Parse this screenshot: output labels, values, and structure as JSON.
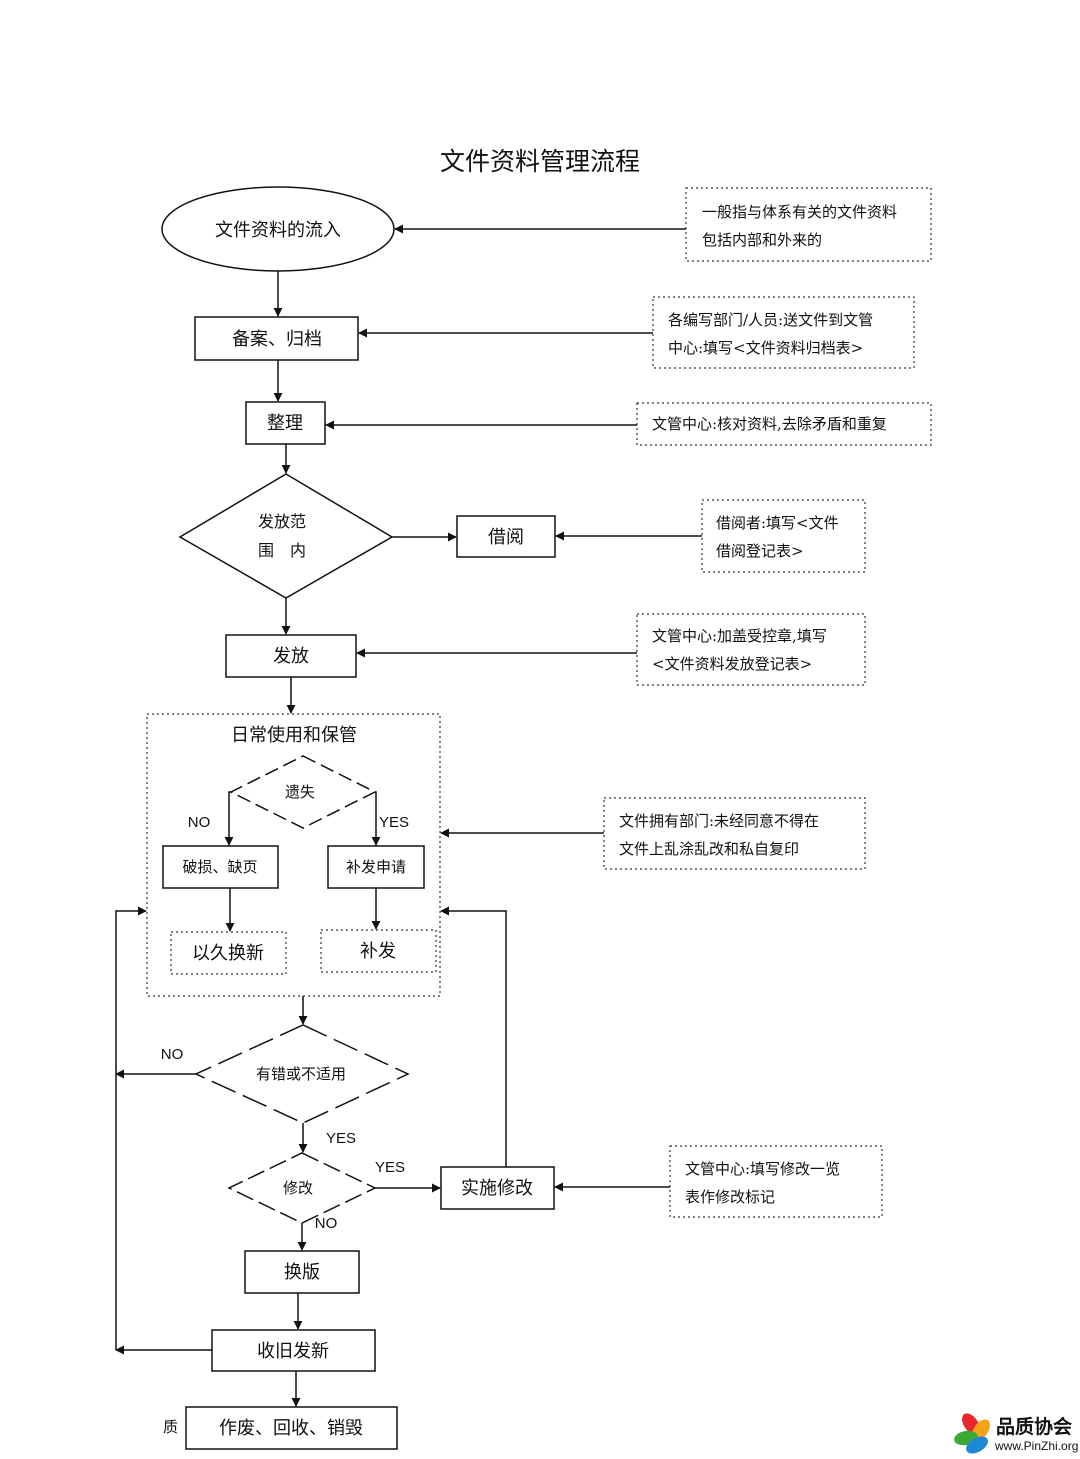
{
  "title": "文件资料管理流程",
  "nodes": {
    "inflow": "文件资料的流入",
    "file_archive": "备案、归档",
    "organize": "整理",
    "scope_l1": "发放范",
    "scope_l2": "围　内",
    "borrow": "借阅",
    "issue": "发放",
    "daily_use": "日常使用和保管",
    "lost": "遗失",
    "damaged": "破损、缺页",
    "reissue_apply": "补发申请",
    "replace_new": "以久换新",
    "reissue": "补发",
    "error_check": "有错或不适用",
    "modify": "修改",
    "implement_modify": "实施修改",
    "new_edition": "换版",
    "recall_issue": "收旧发新",
    "void": "作废、回收、销毁",
    "bottom_partial": "质"
  },
  "branch_labels": {
    "lost_no": "NO",
    "lost_yes": "YES",
    "error_no": "NO",
    "error_yes": "YES",
    "modify_yes": "YES",
    "modify_no": "NO"
  },
  "notes": {
    "inflow_l1": "一般指与体系有关的文件资料",
    "inflow_l2": "包括内部和外来的",
    "archive_l1": "各编写部门/人员:送文件到文管",
    "archive_l2": "中心:填写<文件资料归档表>",
    "organize": "文管中心:核对资料,去除矛盾和重复",
    "borrow_l1": "借阅者:填写<文件",
    "borrow_l2": "借阅登记表>",
    "issue_l1": "文管中心:加盖受控章,填写",
    "issue_l2": "<文件资料发放登记表>",
    "use_l1": "文件拥有部门:未经同意不得在",
    "use_l2": "文件上乱涂乱改和私自复印",
    "modify_l1": "文管中心:填写修改一览",
    "modify_l2": "表作修改标记"
  },
  "logo": {
    "name": "品质协会",
    "url": "www.PinZhi.org",
    "petal_colors": [
      "#e8262b",
      "#f7a21b",
      "#3aa935",
      "#1d8ad6"
    ]
  }
}
